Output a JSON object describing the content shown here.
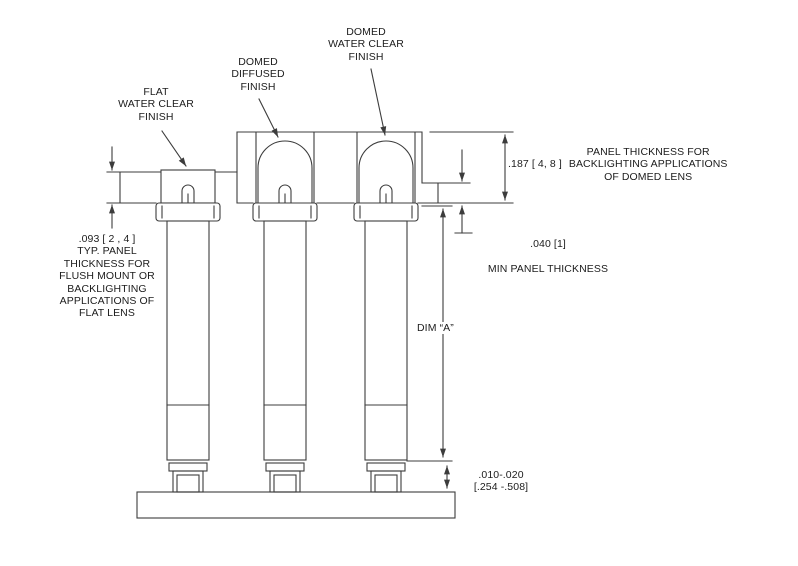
{
  "drawing": {
    "callouts": {
      "flat_lens": "FLAT\nWATER CLEAR\nFINISH",
      "domed_diffused_lens": "DOMED\nDIFFUSED\nFINISH",
      "domed_clear_lens": "DOMED\nWATER CLEAR\nFINISH"
    },
    "dimensions": {
      "domed_panel_value": ".187 [ 4, 8 ]",
      "domed_panel_desc": "PANEL THICKNESS FOR\nBACKLIGHTING APPLICATIONS\nOF DOMED LENS",
      "min_panel_value": ".040 [1]",
      "min_panel_desc": "MIN PANEL THICKNESS",
      "flat_panel_note": ".093 [ 2 , 4 ]\nTYP. PANEL\nTHICKNESS FOR\nFLUSH MOUNT OR\nBACKLIGHTING\nAPPLICATIONS OF\nFLAT LENS",
      "dim_a": "DIM “A”",
      "standoff": ".010-.020\n[.254 -.508]"
    }
  }
}
